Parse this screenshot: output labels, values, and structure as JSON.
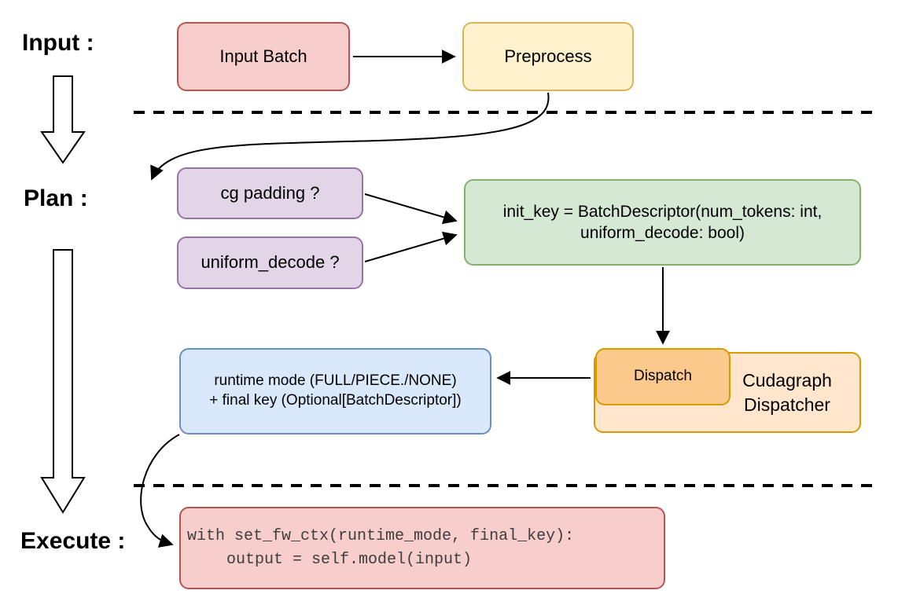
{
  "stages": {
    "input_label": "Input :",
    "plan_label": "Plan :",
    "execute_label": "Execute :"
  },
  "nodes": {
    "input_batch": "Input Batch",
    "preprocess": "Preprocess",
    "cg_padding": "cg padding ?",
    "uniform_decode": "uniform_decode ?",
    "init_key_line1": "init_key = BatchDescriptor(num_tokens: int,",
    "init_key_line2": "uniform_decode: bool)",
    "dispatch": "Dispatch",
    "cudagraph_dispatcher": "Cudagraph Dispatcher",
    "runtime_line1": "runtime mode (FULL/PIECE./NONE)",
    "runtime_line2": "+ final key (Optional[BatchDescriptor])",
    "code_line1": "with set_fw_ctx(runtime_mode, final_key):",
    "code_line2": "output = self.model(input)"
  },
  "colors": {
    "red_fill": "#f8cecc",
    "red_stroke": "#b85450",
    "yellow_fill": "#fff2cc",
    "yellow_stroke": "#d6b656",
    "purple_fill": "#e1d5e7",
    "purple_stroke": "#9673a6",
    "green_fill": "#d5e8d4",
    "green_stroke": "#82b366",
    "orange_fill": "#ffe6cc",
    "orange_dark_fill": "#fbc98c",
    "orange_stroke": "#d79b00",
    "blue_fill": "#dae8fc",
    "blue_stroke": "#6c8ebf",
    "arrow_color": "#000000",
    "code_text_color": "#3d3d3d"
  }
}
